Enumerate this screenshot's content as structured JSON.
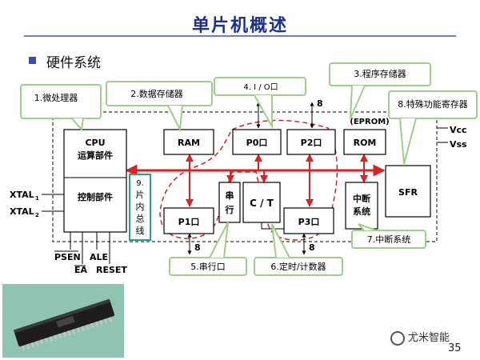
{
  "title": "单片机概述",
  "subtitle": "硬件系统",
  "blocks": {
    "cpu_line1": "CPU",
    "cpu_line2": "运算部件",
    "control": "控制部件",
    "ram": "RAM",
    "p0": "P0口",
    "p2": "P2口",
    "rom": "ROM",
    "eprom": "(EPROM)",
    "sfr": "SFR",
    "interrupt_1": "中断",
    "interrupt_2": "系统",
    "p1": "P1口",
    "p3": "P3口",
    "serial_1": "串",
    "serial_2": "行",
    "timer": "C / T",
    "bus_chars": [
      "片",
      "内",
      "总",
      "线"
    ]
  },
  "callouts": {
    "c1": "1.微处理器",
    "c2": "2.数据存储器",
    "c3": "3.程序存储器",
    "c4": "4. I / O口",
    "c5": "5.串行口",
    "c6": "6.定时/计数器",
    "c7": "7.中断系统",
    "c8": "8.特殊功能寄存器",
    "c9": "9."
  },
  "pins": {
    "xtal1": "XTAL",
    "xtal1_sub": "1",
    "xtal2": "XTAL",
    "xtal2_sub": "2",
    "psen": "PSEN",
    "ale": "ALE",
    "ea": "EA",
    "reset": "RESET",
    "vcc": "Vcc",
    "vss": "Vss"
  },
  "bus_width": "8",
  "footer": {
    "brand": "尤米智能",
    "page": "35"
  },
  "colors": {
    "title": "#1f2f8f",
    "bus_red": "#e02020",
    "dashed_red": "#d42020",
    "callout_green": "#9ccf8a",
    "bus9_border": "#2a9d8f"
  }
}
